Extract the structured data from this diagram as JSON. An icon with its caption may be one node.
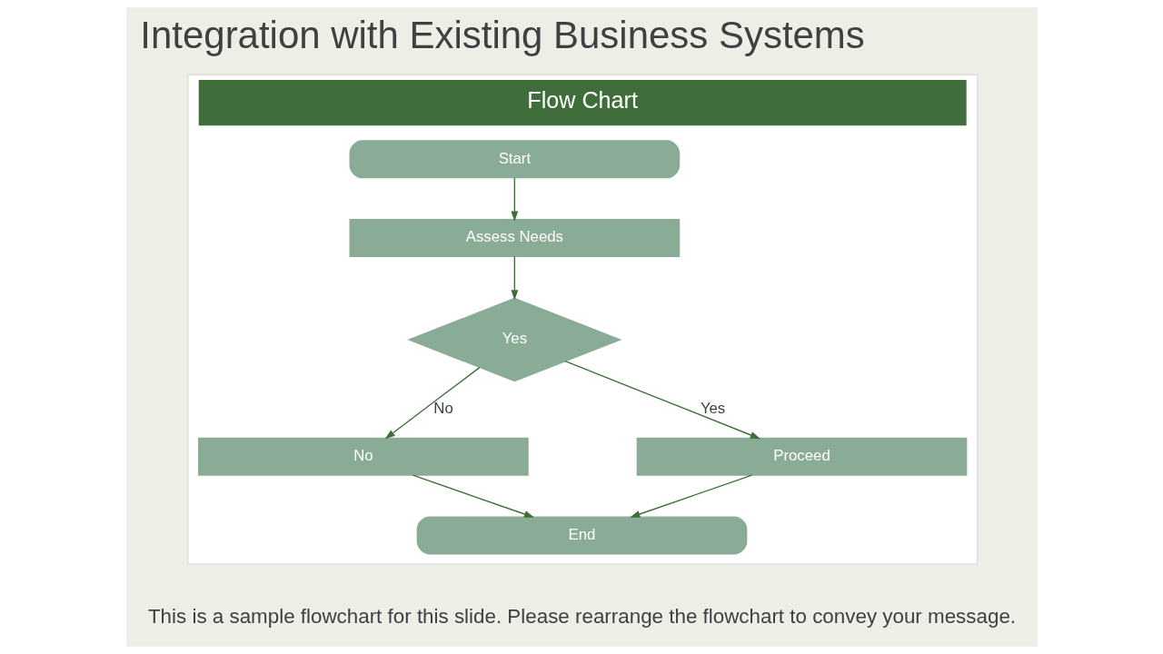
{
  "diagram": {
    "title": "Integration with Existing Business Systems",
    "caption": "This is a sample flowchart for this slide. Please rearrange the flowchart to convey your message.",
    "nodes": [
      {
        "text": [
          "Flow Chart"
        ]
      },
      {
        "text": [
          "Start"
        ],
        "in": 0
      },
      {
        "text": [
          "Assess Needs"
        ],
        "in": 0
      },
      {
        "text": [
          "Yes"
        ],
        "in": 0
      },
      {
        "text": [
          "No"
        ],
        "in": 0
      },
      {
        "text": [
          "Proceed"
        ],
        "in": 0
      },
      {
        "text": [
          "End"
        ],
        "in": 0
      }
    ],
    "edges": [
      {
        "from": 1,
        "to": 2,
        "arrow": "to"
      },
      {
        "from": 2,
        "to": 3,
        "arrow": "to"
      },
      {
        "from": 3,
        "to": 4,
        "arrow": "to",
        "label": "No"
      },
      {
        "from": 3,
        "to": 5,
        "arrow": "to",
        "label": "Yes"
      },
      {
        "from": 4,
        "to": 6,
        "arrow": "to"
      },
      {
        "from": 5,
        "to": 6,
        "arrow": "to"
      }
    ]
  }
}
